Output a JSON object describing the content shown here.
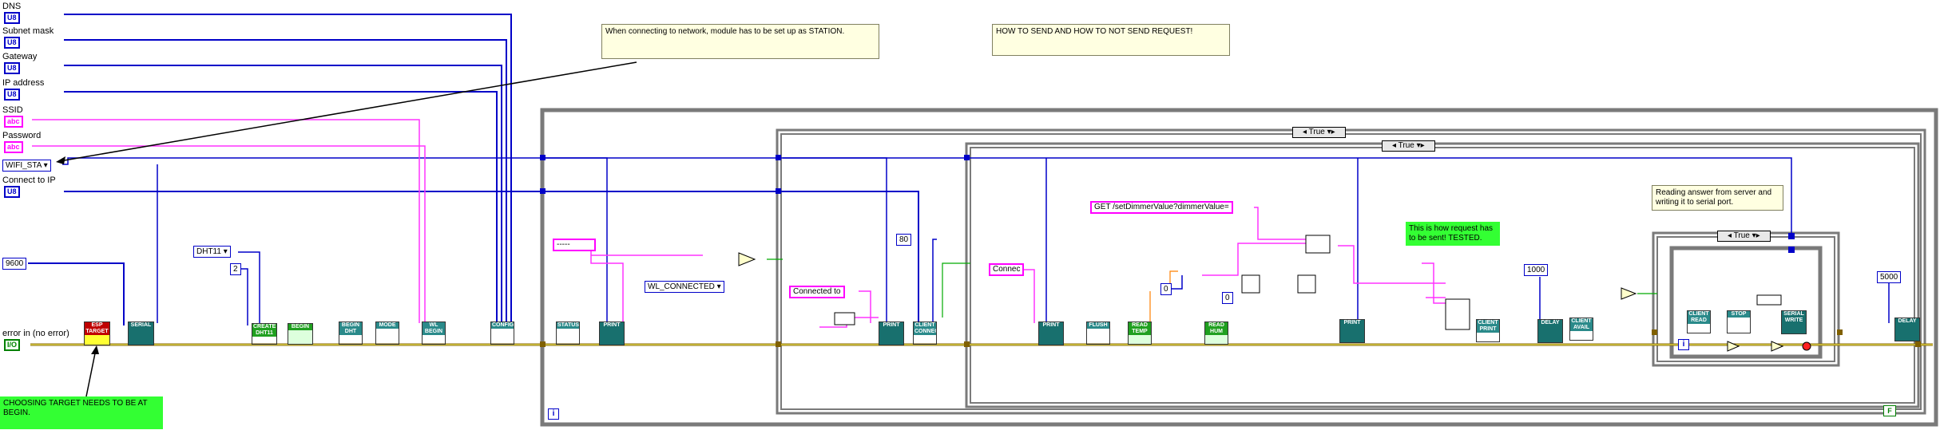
{
  "controls": {
    "dns": {
      "label": "DNS",
      "type": "U8"
    },
    "subnet": {
      "label": "Subnet mask",
      "type": "U8"
    },
    "gateway": {
      "label": "Gateway",
      "type": "U8"
    },
    "ip": {
      "label": "IP address",
      "type": "U8"
    },
    "ssid": {
      "label": "SSID",
      "type": "abc"
    },
    "password": {
      "label": "Password",
      "type": "abc"
    },
    "mode": {
      "label": "WIFI_STA"
    },
    "connect": {
      "label": "Connect to IP",
      "type": "U8"
    },
    "error_in": {
      "label": "error in (no error)",
      "type": "I/O"
    }
  },
  "constants": {
    "baud": "9600",
    "dht_type": "DHT11",
    "dht_pin": "2",
    "dashes": "-----",
    "wl_connected": "WL_CONNECTED",
    "connected_to": "Connected to",
    "port": "80",
    "connec": "Connec",
    "get_request": "GET /setDimmerValue?dimmerValue=",
    "zero_a": "0",
    "zero_b": "0",
    "delay_1000": "1000",
    "delay_5000": "5000",
    "small_f": "F"
  },
  "notes": {
    "station": "When connecting to network, module has to be set up as STATION.",
    "howto": "HOW TO SEND AND HOW TO NOT SEND REQUEST!",
    "target": "CHOOSING TARGET NEEDS TO BE AT BEGIN.",
    "tested": "This is how request has to be sent! TESTED.",
    "reading": "Reading answer from server and writing it to serial port."
  },
  "case_selectors": {
    "outer": "True",
    "inner": "True",
    "read": "True"
  },
  "loop": {
    "iteration": "i",
    "stop": "F"
  },
  "nodes": {
    "esp_target": "ESP TARGET",
    "serial": "SERIAL",
    "create_dht": "CREATE DHT11",
    "begin": "BEGIN",
    "begin_dht": "BEGIN DHT",
    "mode": "MODE",
    "wl_begin": "WL BEGIN",
    "config": "CONFIG",
    "status": "STATUS",
    "print1": "PRINT",
    "print2": "PRINT",
    "client_connect": "CLIENT CONNECT",
    "print3": "PRINT",
    "flush": "FLUSH",
    "read_temp": "READ TEMP",
    "read_hum": "READ HUM",
    "print4": "PRINT",
    "client_print": "CLIENT PRINT",
    "delay1": "DELAY",
    "client_avail": "CLIENT AVAIL",
    "client_read": "CLIENT READ",
    "serial_write": "SERIAL WRITE",
    "client_stop": "STOP",
    "delay2": "DELAY"
  }
}
